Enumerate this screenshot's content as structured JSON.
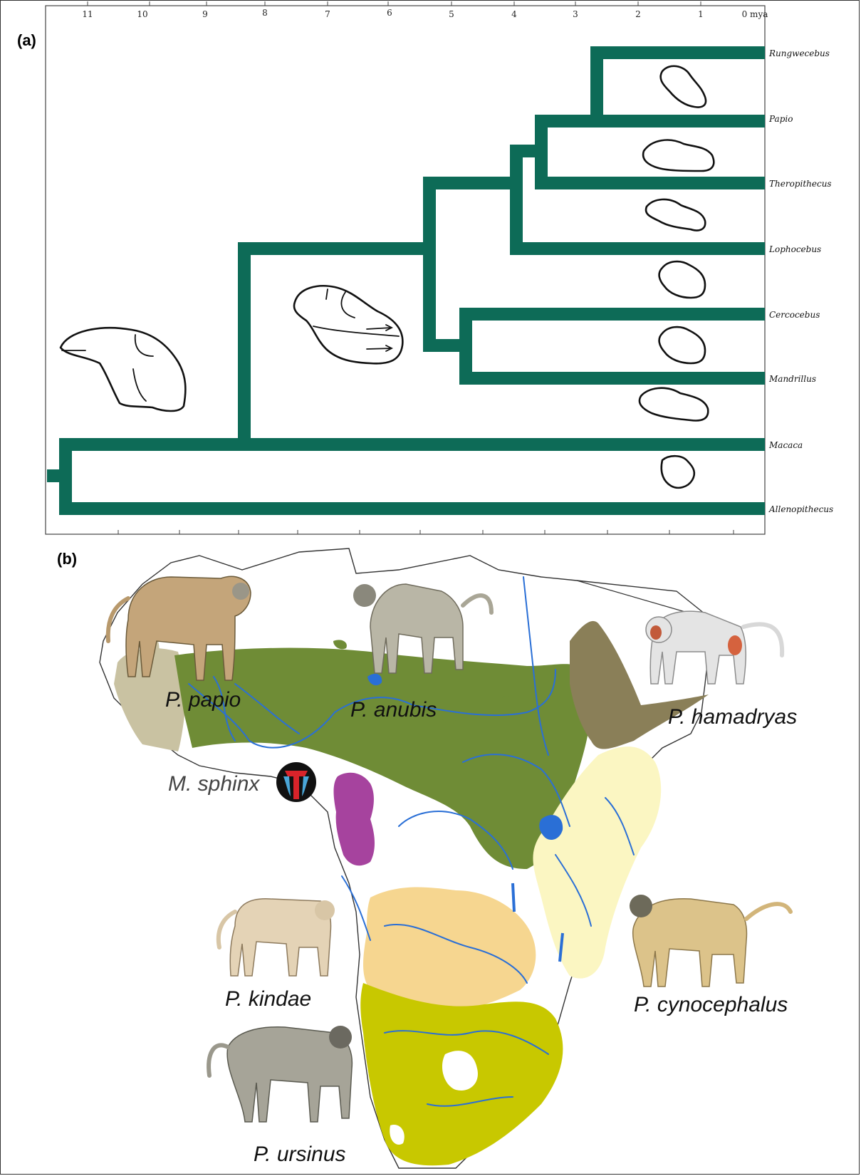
{
  "panels": {
    "a_label": "(a)",
    "b_label": "(b)"
  },
  "timeline": {
    "ticks": [
      "11",
      "10",
      "9",
      "8",
      "7",
      "6",
      "5",
      "4",
      "3",
      "2",
      "1",
      "0 mya"
    ]
  },
  "taxa": [
    "Rungwecebus",
    "Papio",
    "Theropithecus",
    "Lophocebus",
    "Cercocebus",
    "Mandrillus",
    "Macaca",
    "Allenopithecus"
  ],
  "colors": {
    "tree": "#0d6b57",
    "p_papio": "#c9c2a2",
    "p_anubis": "#6f8c36",
    "p_hamadryas": "#8a7f58",
    "p_cynocephalus": "#fbf6c2",
    "p_kindae": "#f6d690",
    "p_ursinus": "#c8c800",
    "m_sphinx": "#a6439e",
    "rivers": "#2a6fd6"
  },
  "species": {
    "papio": "P. papio",
    "anubis": "P. anubis",
    "hamadryas": "P. hamadryas",
    "sphinx": "M. sphinx",
    "kindae": "P. kindae",
    "cynocephalus": "P. cynocephalus",
    "ursinus": "P. ursinus"
  }
}
